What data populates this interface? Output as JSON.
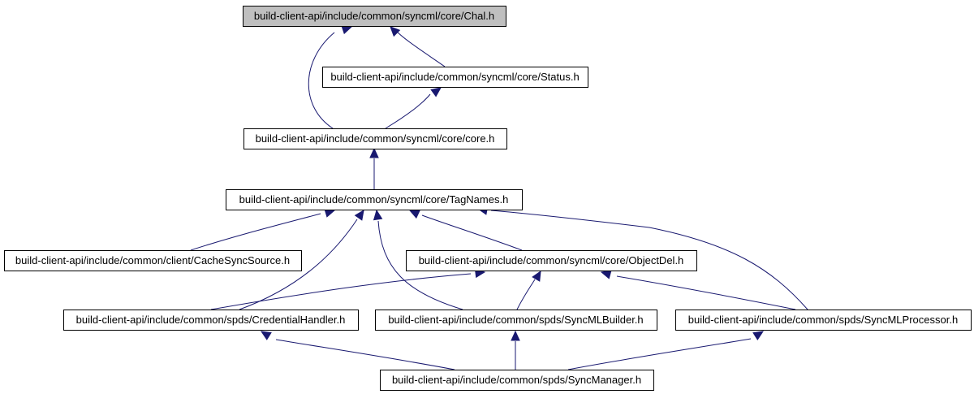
{
  "graph": {
    "nodes": [
      {
        "id": "chal",
        "label": "build-client-api/include/common/syncml/core/Chal.h",
        "highlighted": true
      },
      {
        "id": "status",
        "label": "build-client-api/include/common/syncml/core/Status.h"
      },
      {
        "id": "core",
        "label": "build-client-api/include/common/syncml/core/core.h"
      },
      {
        "id": "tagnames",
        "label": "build-client-api/include/common/syncml/core/TagNames.h"
      },
      {
        "id": "cachesync",
        "label": "build-client-api/include/common/client/CacheSyncSource.h"
      },
      {
        "id": "objectdel",
        "label": "build-client-api/include/common/syncml/core/ObjectDel.h"
      },
      {
        "id": "credential",
        "label": "build-client-api/include/common/spds/CredentialHandler.h"
      },
      {
        "id": "builder",
        "label": "build-client-api/include/common/spds/SyncMLBuilder.h"
      },
      {
        "id": "processor",
        "label": "build-client-api/include/common/spds/SyncMLProcessor.h"
      },
      {
        "id": "manager",
        "label": "build-client-api/include/common/spds/SyncManager.h"
      }
    ],
    "edges": [
      {
        "from": "status",
        "to": "chal"
      },
      {
        "from": "core",
        "to": "chal"
      },
      {
        "from": "core",
        "to": "status"
      },
      {
        "from": "tagnames",
        "to": "core"
      },
      {
        "from": "cachesync",
        "to": "tagnames"
      },
      {
        "from": "objectdel",
        "to": "tagnames"
      },
      {
        "from": "credential",
        "to": "tagnames"
      },
      {
        "from": "builder",
        "to": "tagnames"
      },
      {
        "from": "processor",
        "to": "tagnames"
      },
      {
        "from": "credential",
        "to": "objectdel"
      },
      {
        "from": "builder",
        "to": "objectdel"
      },
      {
        "from": "processor",
        "to": "objectdel"
      },
      {
        "from": "manager",
        "to": "credential"
      },
      {
        "from": "manager",
        "to": "builder"
      },
      {
        "from": "manager",
        "to": "processor"
      }
    ],
    "colors": {
      "edge": "#191970",
      "root_fill": "#bfbfbf",
      "node_fill": "#ffffff",
      "node_border": "#000000"
    }
  }
}
